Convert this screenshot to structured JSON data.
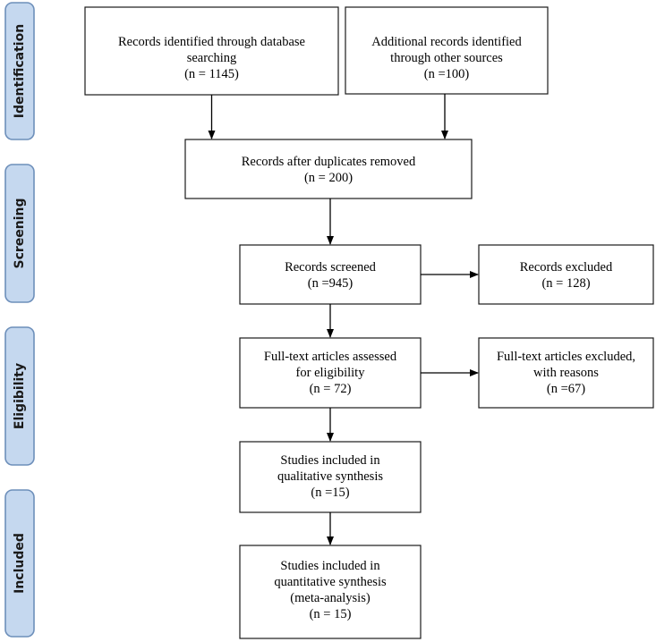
{
  "phases": {
    "identification": "Identification",
    "screening": "Screening",
    "eligibility": "Eligibility",
    "included": "Included"
  },
  "boxes": {
    "db_search": {
      "line1": "Records identified through database",
      "line2": "searching",
      "line3": "(n = 1145)"
    },
    "other_sources": {
      "line1": "Additional records identified",
      "line2": "through other sources",
      "line3": "(n =100)"
    },
    "duplicates_removed": {
      "line1": "Records after duplicates removed",
      "line2": "(n = 200)"
    },
    "screened": {
      "line1": "Records screened",
      "line2": "(n =945)"
    },
    "excluded": {
      "line1": "Records excluded",
      "line2": "(n = 128)"
    },
    "fulltext_assessed": {
      "line1": "Full-text articles assessed",
      "line2": "for eligibility",
      "line3": "(n = 72)"
    },
    "fulltext_excluded": {
      "line1": "Full-text articles excluded,",
      "line2": "with reasons",
      "line3": "(n =67)"
    },
    "qualitative": {
      "line1": "Studies included in",
      "line2": "qualitative synthesis",
      "line3": "(n =15)"
    },
    "quantitative": {
      "line1": "Studies included in",
      "line2": "quantitative synthesis",
      "line3": "(meta-analysis)",
      "line4": "(n = 15)"
    }
  }
}
